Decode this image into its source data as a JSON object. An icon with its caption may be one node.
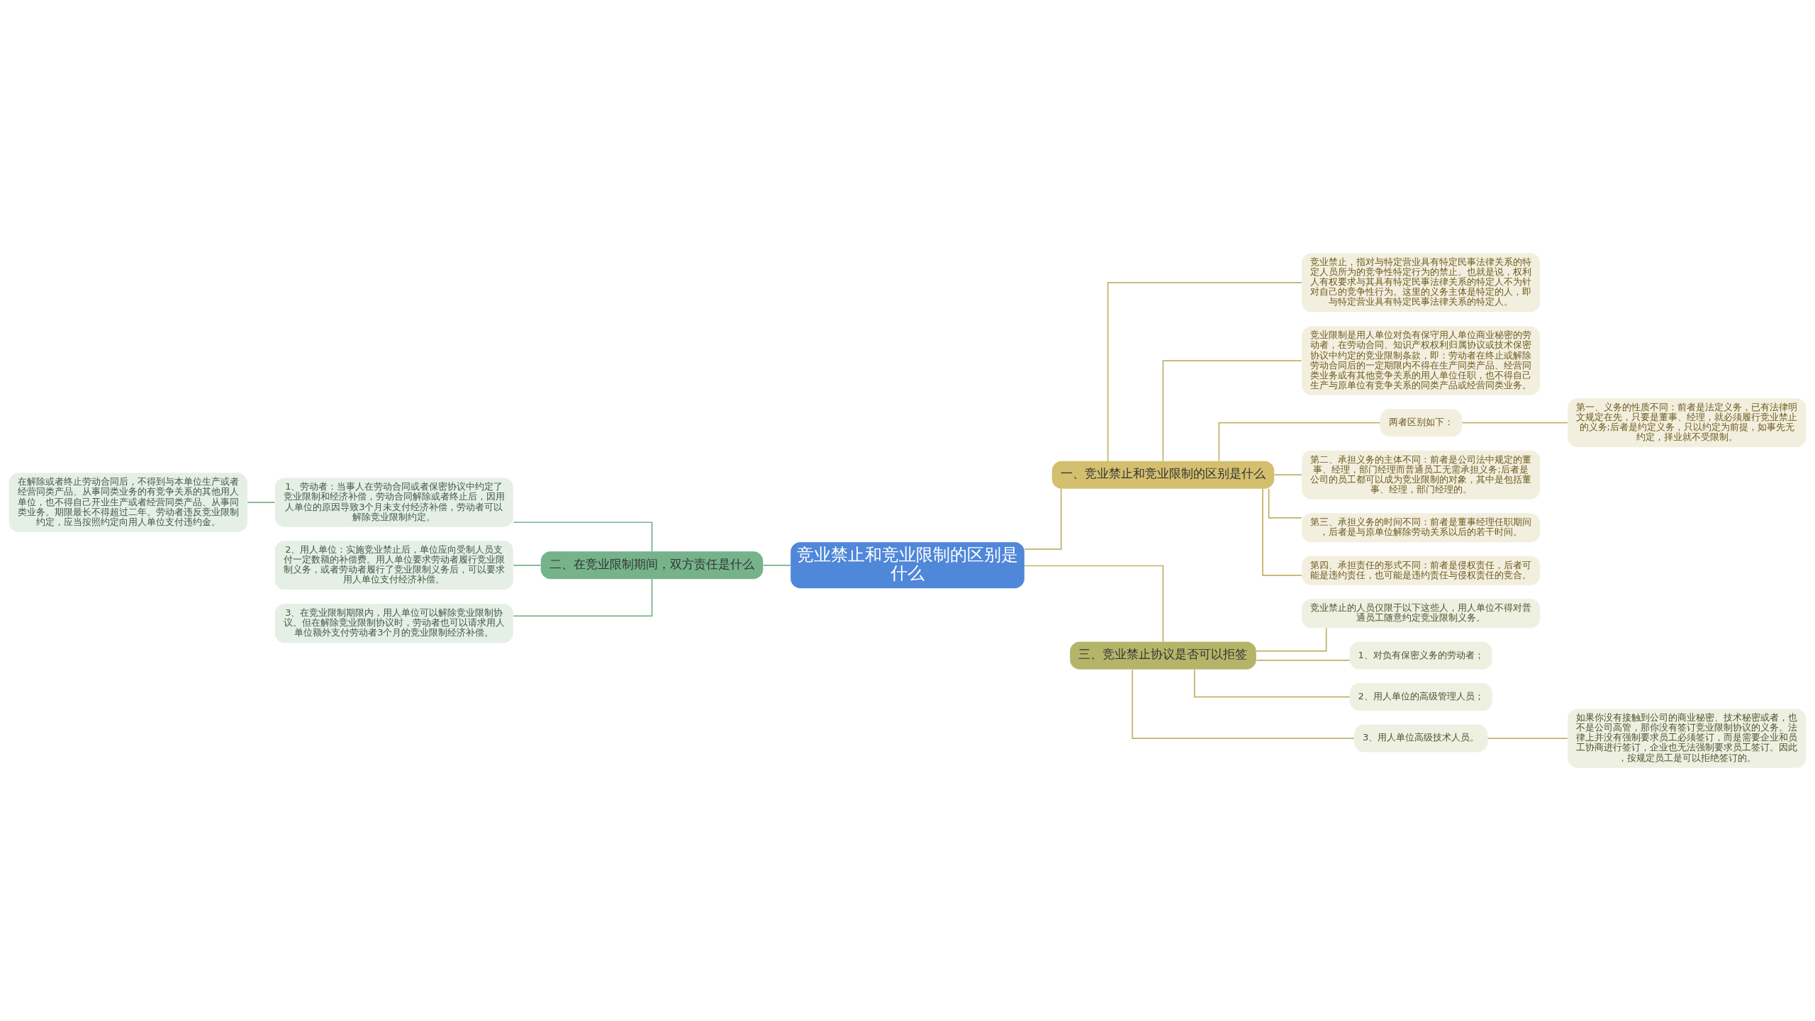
{
  "diagram": {
    "nodes": [
      {
        "text": [
          "竞业禁止和竞业限制的区别是什么"
        ]
      },
      {
        "text": [
          "一、竞业禁止和竞业限制的区别是什么"
        ]
      },
      {
        "text": [
          "竞业禁止，指对与特定营业具有特定民事法律关系的特定人员所为的竞争性特定行为的禁止。也就是说，权利人有权要求与其具有特定民事法律关系的特定人不为针对自己的竞争性行为。这里的义务主体是特定的人，即与特定营业具有特定民事法律关系的特定人。"
        ]
      },
      {
        "text": [
          "竞业限制是用人单位对负有保守用人单位商业秘密的劳动者，在劳动合同、知识产权权利归属协议或技术保密协议中约定的竞业限制条款，即：劳动者在终止或解除劳动合同后的一定期限内不得在生产同类产品、经营同类业务或有其他竞争关系的用人单位任职，也不得自己生产与原单位有竞争关系的同类产品或经营同类业务。"
        ]
      },
      {
        "text": [
          "两者区别如下："
        ]
      },
      {
        "text": [
          "第一、义务的性质不同：前者是法定义务，已有法律明文规定在先，只要是董事、经理，就必须履行竞业禁止的义务;后者是约定义务，只以约定为前提，如事先无约定，择业就不受限制。"
        ]
      },
      {
        "text": [
          "第二、承担义务的主体不同：前者是公司法中规定的董事、经理，部门经理而普通员工无需承担义务;后者是公司的员工都可以成为竞业限制的对象，其中是包括董事、经理，部门经理的。"
        ]
      },
      {
        "text": [
          "第三、承担义务的时间不同：前者是董事经理任职期间，后者是与原单位解除劳动关系以后的若干时间。"
        ]
      },
      {
        "text": [
          "第四、承担责任的形式不同：前者是侵权责任，后者可能是违约责任，也可能是违约责任与侵权责任的竞合。"
        ]
      },
      {
        "text": [
          "二、在竞业限制期间，双方责任是什么"
        ]
      },
      {
        "text": [
          "1、劳动者：当事人在劳动合同或者保密协议中约定了竞业限制和经济补偿，劳动合同解除或者终止后，因用人单位的原因导致3个月未支付经济补偿，劳动者可以解除竞业限制约定。"
        ]
      },
      {
        "text": [
          "在解除或者终止劳动合同后，不得到与本单位生产或者经营同类产品、从事同类业务的有竞争关系的其他用人单位，也不得自己开业生产或者经营同类产品、从事同类业务。期限最长不得超过二年。劳动者违反竞业限制约定，应当按照约定向用人单位支付违约金。"
        ]
      },
      {
        "text": [
          "2、用人单位：实施竞业禁止后，单位应向受制人员支付一定数额的补偿费。用人单位要求劳动者履行竞业限制义务，或者劳动者履行了竞业限制义务后，可以要求用人单位支付经济补偿。"
        ]
      },
      {
        "text": [
          "3、在竞业限制期限内，用人单位可以解除竞业限制协议。但在解除竞业限制协议时，劳动者也可以请求用人单位额外支付劳动者3个月的竞业限制经济补偿。"
        ]
      },
      {
        "text": [
          "三、竞业禁止协议是否可以拒签"
        ]
      },
      {
        "text": [
          "竞业禁止的人员仅限于以下这些人，用人单位不得对普通员工随意约定竞业限制义务。"
        ]
      },
      {
        "text": [
          "1、对负有保密义务的劳动者；"
        ]
      },
      {
        "text": [
          "2、用人单位的高级管理人员；"
        ]
      },
      {
        "text": [
          "3、用人单位高级技术人员。"
        ]
      },
      {
        "text": [
          "如果你没有接触到公司的商业秘密、技术秘密或者，也不是公司高管，那你没有签订竞业限制协议的义务。法律上并没有强制要求员工必须签订，而是需要企业和员工协商进行签订，企业也无法强制要求员工签订。因此，按规定员工是可以拒绝签订的。"
        ]
      }
    ],
    "edges": [
      {
        "from": 0,
        "to": 1,
        "arrow": "none"
      },
      {
        "from": 1,
        "to": 2,
        "arrow": "none"
      },
      {
        "from": 1,
        "to": 3,
        "arrow": "none"
      },
      {
        "from": 1,
        "to": 4,
        "arrow": "none"
      },
      {
        "from": 4,
        "to": 5,
        "arrow": "none"
      },
      {
        "from": 1,
        "to": 6,
        "arrow": "none"
      },
      {
        "from": 1,
        "to": 7,
        "arrow": "none"
      },
      {
        "from": 1,
        "to": 8,
        "arrow": "none"
      },
      {
        "from": 0,
        "to": 9,
        "arrow": "none",
        "color": "#76b38a"
      },
      {
        "from": 9,
        "to": 10,
        "arrow": "none",
        "color": "#76b38a"
      },
      {
        "from": 10,
        "to": 11,
        "arrow": "none",
        "color": "#76b38a"
      },
      {
        "from": 9,
        "to": 12,
        "arrow": "none",
        "color": "#76b38a"
      },
      {
        "from": 9,
        "to": 13,
        "arrow": "none",
        "color": "#76b38a"
      },
      {
        "from": 0,
        "to": 14,
        "arrow": "none"
      },
      {
        "from": 14,
        "to": 15,
        "arrow": "none"
      },
      {
        "from": 14,
        "to": 16,
        "arrow": "none"
      },
      {
        "from": 14,
        "to": 17,
        "arrow": "none"
      },
      {
        "from": 14,
        "to": 18,
        "arrow": "none"
      },
      {
        "from": 18,
        "to": 19,
        "arrow": "none"
      }
    ]
  }
}
